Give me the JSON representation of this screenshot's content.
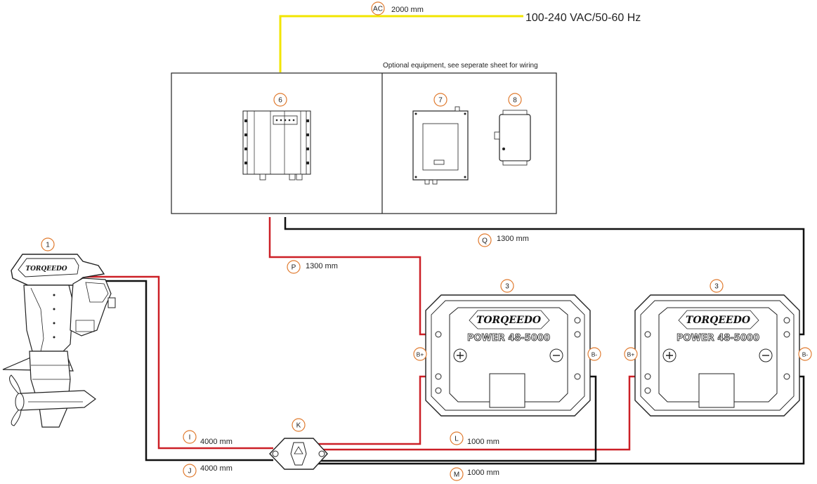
{
  "power_source": {
    "label": "100-240 VAC/50-60 Hz"
  },
  "optional_note": "Optional equipment, see seperate sheet for wiring",
  "cables": {
    "AC": {
      "id": "AC",
      "length": "2000 mm"
    },
    "P": {
      "id": "P",
      "length": "1300 mm"
    },
    "Q": {
      "id": "Q",
      "length": "1300 mm"
    },
    "I": {
      "id": "I",
      "length": "4000 mm"
    },
    "J": {
      "id": "J",
      "length": "4000 mm"
    },
    "L": {
      "id": "L",
      "length": "1000 mm"
    },
    "M": {
      "id": "M",
      "length": "1000 mm"
    },
    "K": {
      "id": "K"
    }
  },
  "components": {
    "motor": {
      "number": "1",
      "brand": "TORQEEDO"
    },
    "charger": {
      "number": "6"
    },
    "device7": {
      "number": "7"
    },
    "device8": {
      "number": "8"
    },
    "battery_left": {
      "number": "3",
      "brand": "TORQEEDO",
      "model": "POWER 48-5000",
      "plus": "B+",
      "minus": "B-"
    },
    "battery_right": {
      "number": "3",
      "brand": "TORQEEDO",
      "model": "POWER 48-5000",
      "plus": "B+",
      "minus": "B-"
    }
  },
  "colors": {
    "ac_cable": "#f2e500",
    "positive_cable": "#cc2027",
    "negative_cable": "#111111",
    "callout": "#e07a2e"
  }
}
